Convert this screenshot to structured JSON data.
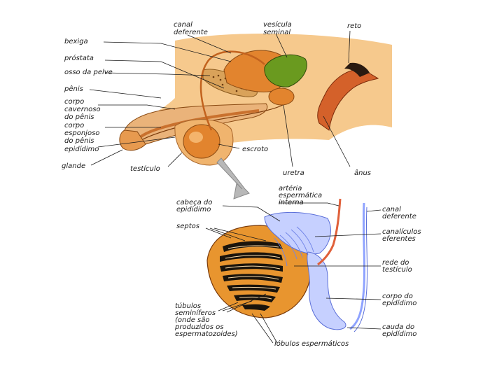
{
  "top_labels": {
    "bexiga": "bexiga",
    "prostata": "próstata",
    "osso_pelve": "osso da pelve",
    "penis": "pênis",
    "corpo_cavernoso_1": "corpo",
    "corpo_cavernoso_2": "cavernoso",
    "corpo_cavernoso_3": "do pênis",
    "corpo_esponjoso_1": "corpo",
    "corpo_esponjoso_2": "esponjoso",
    "corpo_esponjoso_3": "do pênis",
    "epididimo": "epidídimo",
    "glande": "glande",
    "testiculo": "testículo",
    "canal_deferente_1": "canal",
    "canal_deferente_2": "deferente",
    "vesicula_1": "vesícula",
    "vesicula_2": "seminal",
    "reto": "reto",
    "escroto": "escroto",
    "uretra": "uretra",
    "anus": "ânus"
  },
  "bottom_labels": {
    "cabeca_1": "cabeça do",
    "cabeca_2": "epidídimo",
    "septos": "septos",
    "arteria_1": "artéria",
    "arteria_2": "espermática",
    "arteria_3": "interna",
    "canal_1": "canal",
    "canal_2": "deferente",
    "canaliculos_1": "canalículos",
    "canaliculos_2": "eferentes",
    "rede_1": "rede do",
    "rede_2": "testículo",
    "corpo_1": "corpo do",
    "corpo_2": "epidídimo",
    "tubulos_1": "túbulos",
    "tubulos_2": "seminíferos",
    "tubulos_3": "(onde são",
    "tubulos_4": "produzidos os",
    "tubulos_5": "espermatozoides)",
    "cauda_1": "cauda do",
    "cauda_2": "epidídimo",
    "lobulos": "lóbulos espermáticos"
  },
  "colors": {
    "skin": "#f6c98d",
    "skin_dark": "#e79a4f",
    "organ": "#e2842e",
    "seminal": "#6a9a1f",
    "tubule": "#8fa3ff",
    "artery": "#e0603a"
  }
}
